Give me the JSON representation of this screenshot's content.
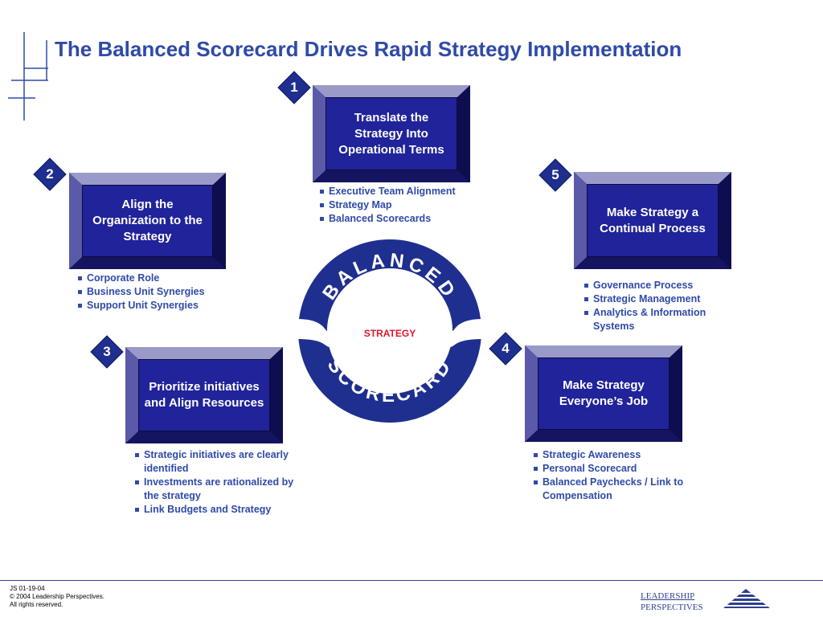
{
  "title": "The Balanced Scorecard Drives Rapid Strategy Implementation",
  "steps": [
    {
      "number": "1",
      "label": "Translate the Strategy Into Operational Terms",
      "bullets": [
        "Executive Team Alignment",
        "Strategy Map",
        "Balanced Scorecards"
      ]
    },
    {
      "number": "2",
      "label": "Align the Organization to the Strategy",
      "bullets": [
        "Corporate Role",
        "Business Unit Synergies",
        "Support Unit Synergies"
      ]
    },
    {
      "number": "3",
      "label": "Prioritize initiatives and Align Resources",
      "bullets": [
        "Strategic initiatives are clearly identified",
        "Investments are rationalized by the strategy",
        "Link Budgets and Strategy"
      ]
    },
    {
      "number": "4",
      "label": "Make Strategy Everyone’s Job",
      "bullets": [
        "Strategic Awareness",
        "Personal Scorecard",
        "Balanced Paychecks / Link to Compensation"
      ]
    },
    {
      "number": "5",
      "label": "Make Strategy a Continual Process",
      "bullets": [
        "Governance Process",
        "Strategic Management",
        "Analytics & Information Systems"
      ]
    }
  ],
  "center": {
    "top_word": "BALANCED",
    "bottom_word": "SCORECARD",
    "middle_label": "STRATEGY"
  },
  "footer": {
    "line1": "JS 01-19-04",
    "line2": "© 2004 Leadership Perspectives.",
    "line3": "All rights reserved."
  },
  "logo": {
    "line1": "LEADERSHIP",
    "line2": "PERSPECTIVES"
  },
  "colors": {
    "title": "#2f4aa8",
    "box_dark": "#1b1b7a",
    "box_inner": "#21239a",
    "ring": "#1f2f8f",
    "strategy": "#e0162b",
    "badge": "#1f2f8f"
  }
}
